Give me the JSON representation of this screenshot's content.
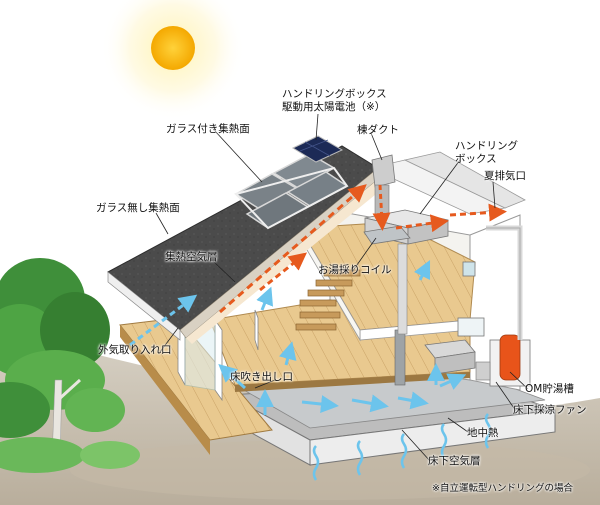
{
  "labels": {
    "handling_box_battery_line1": "ハンドリングボックス",
    "handling_box_battery_line2": "駆動用太陽電池（※）",
    "glazed_collector": "ガラス付き集熱面",
    "ridge_duct": "棟ダクト",
    "handling_box_line1": "ハンドリング",
    "handling_box_line2": "ボックス",
    "summer_exhaust": "夏排気口",
    "unglazed_collector": "ガラス無し集熱面",
    "collector_air_layer": "集熱空気層",
    "hot_water_coil": "お湯採りコイル",
    "outside_air_intake": "外気取り入れ口",
    "floor_outlet": "床吹き出し口",
    "om_hot_water_tank": "OM貯湯槽",
    "underfloor_cooling_fan": "床下採涼ファン",
    "ground_heat": "地中熱",
    "underfloor_air_layer": "床下空気層",
    "footnote": "※自立運転型ハンドリングの場合"
  },
  "colors": {
    "sun": "#f4a800",
    "roof": "#4a4a4a",
    "glass_panel": "#7a8288",
    "floor_wood": "#e6c58c",
    "warm_air": "#e65a1e",
    "cool_air": "#6cc4ec",
    "tank": "#e8541a",
    "tree": "#3f8f3a",
    "ground": "#c9c0b0"
  },
  "icons": {
    "sun": "sun-icon",
    "tree": "tree-icon",
    "warm_flow": "warm-air-arrow-icon",
    "cool_flow": "cool-air-arrow-icon",
    "ground_heat": "ground-heat-wave-icon"
  }
}
